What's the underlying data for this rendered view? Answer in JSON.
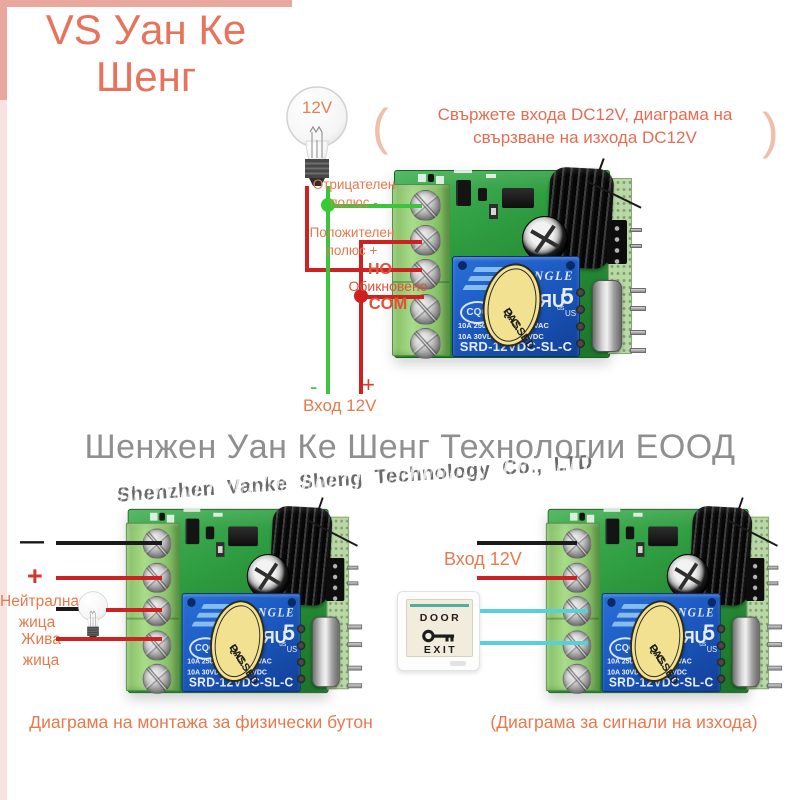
{
  "brand": {
    "line1": "VS Уан Ке",
    "line2": "Шенг"
  },
  "top": {
    "heading1": "Свържете входа DC12V, диаграма на",
    "heading2": "свързване на изхода DC12V",
    "paren_left": "(",
    "paren_right": ")",
    "bulb_label": "12V",
    "neg1": "Отрицателен",
    "neg2": "полюс -",
    "pos1": "Положителен",
    "pos2": "полюс +",
    "no": "НО",
    "com1": "Обикновено",
    "com2": "COM",
    "minus": "-",
    "plus": "+",
    "input": "Вход 12V"
  },
  "company": {
    "title": "Шенжен Уан Ке Шенг Технологии ЕООД",
    "watermark": "Shenzhen Vanke Sheng Technology Co., LTD"
  },
  "relay": {
    "brand": "SONGLE",
    "cqc": "CQC",
    "ul": "ЯU",
    "ul_sub": "us",
    "amp": "5",
    "amp_sub": "US",
    "rating1": "10A 250VAC  10A 125VAC",
    "rating2": "10A 30VDC   10A 28VDC",
    "model": "SRD-12VDC-SL-C",
    "qc1": "Q.C.",
    "qc2": "PASSED"
  },
  "bottom_left": {
    "minus": "—",
    "plus": "+",
    "neutral1": "Нейтрална",
    "neutral2": "жица",
    "live1": "Жива",
    "live2": "жица",
    "caption": "Диаграма на монтажа за физически бутон"
  },
  "bottom_right": {
    "input": "Вход 12V",
    "door": "DOOR",
    "exit": "EXIT",
    "caption": "(Диаграма за сигнали на изхода)"
  },
  "colors": {
    "accent": "#e8735c",
    "label_orange": "#e8794c",
    "label_red": "#e05238",
    "wire_red": "#cc2222",
    "wire_green": "#3cc43c",
    "wire_cyan": "#57d0d6",
    "wire_black": "#1a1a1a",
    "pcb_green": "#2e9c40",
    "relay_blue": "#1c5ac2",
    "sticker_yellow": "#f1e190"
  }
}
